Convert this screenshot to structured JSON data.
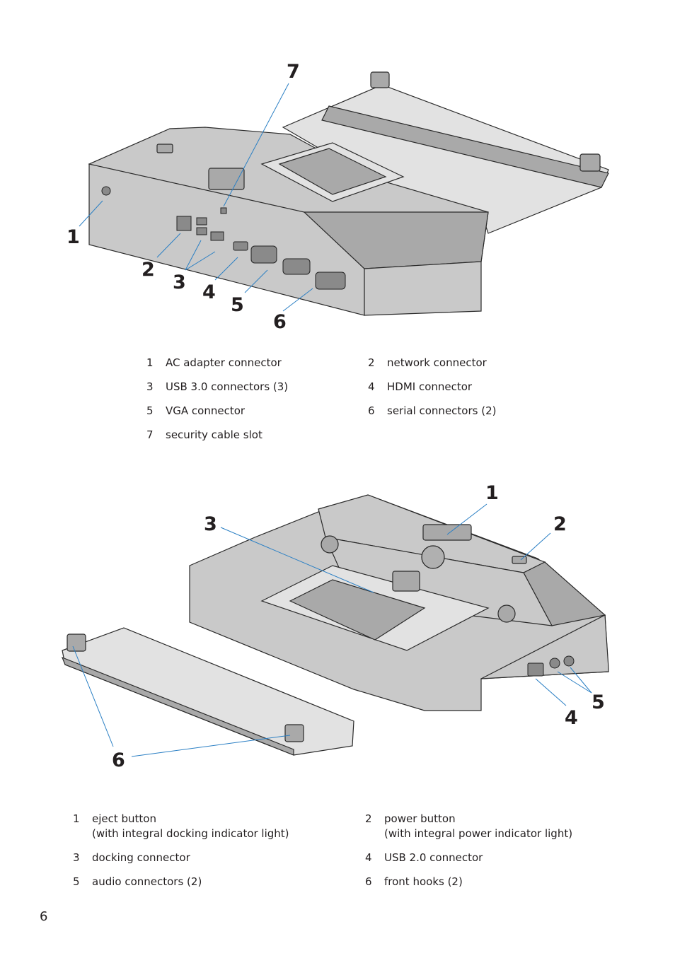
{
  "figure1": {
    "callouts": {
      "c1": "1",
      "c2": "2",
      "c3": "3",
      "c4": "4",
      "c5": "5",
      "c6": "6",
      "c7": "7"
    },
    "legend": [
      {
        "num": "1",
        "text": "AC adapter connector"
      },
      {
        "num": "2",
        "text": "network connector"
      },
      {
        "num": "3",
        "text": "USB 3.0 connectors (3)"
      },
      {
        "num": "4",
        "text": "HDMI connector"
      },
      {
        "num": "5",
        "text": "VGA connector"
      },
      {
        "num": "6",
        "text": "serial connectors (2)"
      },
      {
        "num": "7",
        "text": "security cable slot"
      }
    ]
  },
  "figure2": {
    "callouts": {
      "c1": "1",
      "c2": "2",
      "c3": "3",
      "c4": "4",
      "c5": "5",
      "c6": "6"
    },
    "legend": [
      {
        "num": "1",
        "text": "eject button",
        "sub": "(with integral docking indicator light)"
      },
      {
        "num": "2",
        "text": "power button",
        "sub": "(with integral power indicator light)"
      },
      {
        "num": "3",
        "text": "docking connector"
      },
      {
        "num": "4",
        "text": "USB 2.0 connector"
      },
      {
        "num": "5",
        "text": "audio connectors (2)"
      },
      {
        "num": "6",
        "text": "front hooks (2)"
      }
    ]
  },
  "page_number": "6"
}
